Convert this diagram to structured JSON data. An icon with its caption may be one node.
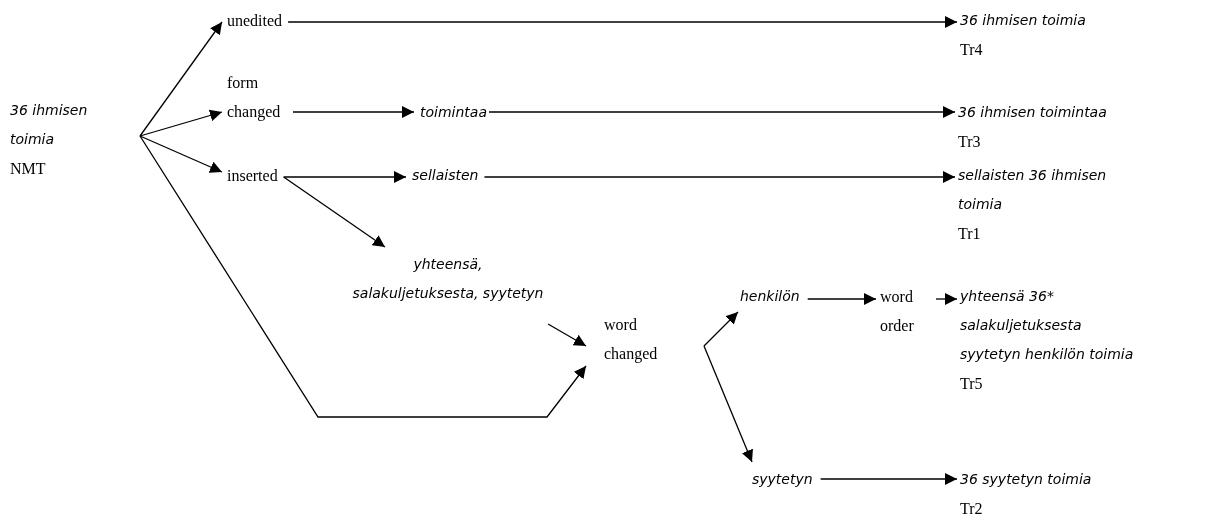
{
  "diagram": {
    "nodes": [
      {
        "text": [
          "36 ihmisen toimia",
          "NMT"
        ]
      },
      {
        "text": [
          "unedited"
        ]
      },
      {
        "text": [
          "form changed"
        ]
      },
      {
        "text": [
          "inserted"
        ]
      },
      {
        "text": [
          "toimintaa"
        ]
      },
      {
        "text": [
          "sellaisten"
        ]
      },
      {
        "text": [
          "yhteensä, salakuljetuksesta, syytetyn"
        ]
      },
      {
        "text": [
          "word changed"
        ]
      },
      {
        "text": [
          "henkilön"
        ]
      },
      {
        "text": [
          "word order"
        ]
      },
      {
        "text": [
          "36 ihmisen toimia",
          "Tr4"
        ]
      },
      {
        "text": [
          "36 ihmisen toimintaa",
          "Tr3"
        ]
      },
      {
        "text": [
          "sellaisten 36 ihmisen toimia",
          "Tr1"
        ]
      },
      {
        "text": [
          "yhteensä 36* salakuljetuksesta syytetyn henkilön toimia",
          "Tr5"
        ]
      },
      {
        "text": [
          "syytetyn"
        ]
      },
      {
        "text": [
          "36 syytetyn toimia",
          "Tr2"
        ]
      }
    ],
    "edges": [
      {
        "from": 0,
        "to": 1,
        "arrow": "to"
      },
      {
        "from": 0,
        "to": 2,
        "arrow": "to"
      },
      {
        "from": 0,
        "to": 3,
        "arrow": "to"
      },
      {
        "from": 0,
        "to": 7,
        "arrow": "to"
      },
      {
        "from": 1,
        "to": 10,
        "arrow": "to"
      },
      {
        "from": 2,
        "to": 4,
        "arrow": "to"
      },
      {
        "from": 4,
        "to": 11,
        "arrow": "to"
      },
      {
        "from": 3,
        "to": 5,
        "arrow": "to"
      },
      {
        "from": 3,
        "to": 6,
        "arrow": "to"
      },
      {
        "from": 5,
        "to": 12,
        "arrow": "to"
      },
      {
        "from": 6,
        "to": 7,
        "arrow": "to"
      },
      {
        "from": 7,
        "to": 8,
        "arrow": "to"
      },
      {
        "from": 7,
        "to": 14,
        "arrow": "to"
      },
      {
        "from": 8,
        "to": 9,
        "arrow": "to"
      },
      {
        "from": 9,
        "to": 13,
        "arrow": "to"
      },
      {
        "from": 14,
        "to": 15,
        "arrow": "to"
      }
    ]
  }
}
